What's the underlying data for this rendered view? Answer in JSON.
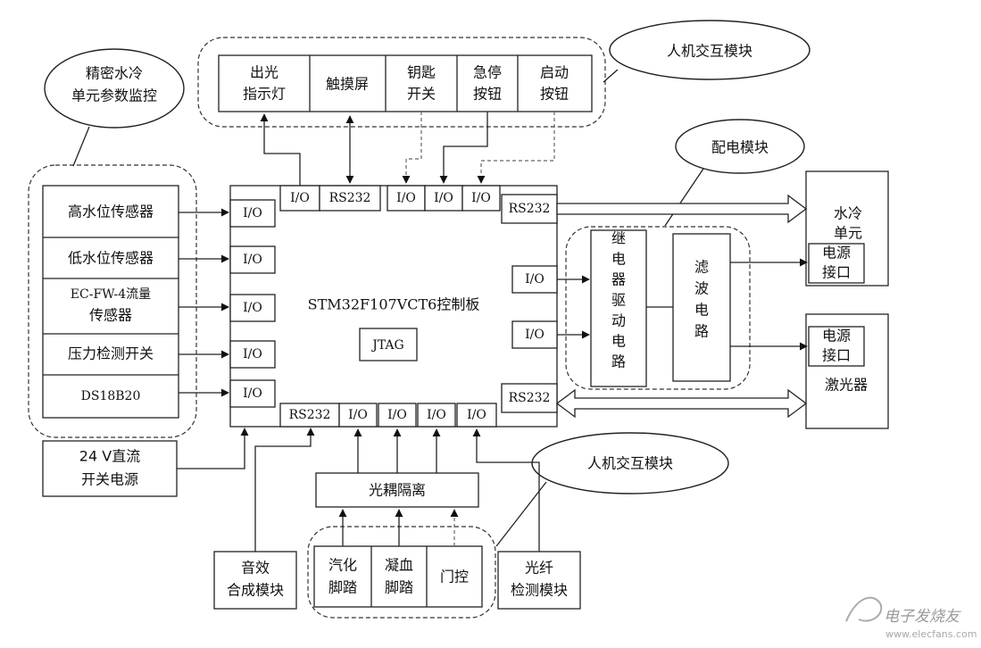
{
  "ellipses": {
    "precision_cooling_monitor": [
      "精密水冷",
      "单元参数监控"
    ],
    "hmi_top": "人机交互模块",
    "power_distribution": "配电模块",
    "hmi_bottom": "人机交互模块"
  },
  "hmi_top_items": [
    [
      "出光",
      "指示灯"
    ],
    [
      "触摸屏"
    ],
    [
      "钥匙",
      "开关"
    ],
    [
      "急停",
      "按钮"
    ],
    [
      "启动",
      "按钮"
    ]
  ],
  "sensors": [
    [
      "高水位传感器"
    ],
    [
      "低水位传感器"
    ],
    [
      "EC-FW-4流量",
      "传感器"
    ],
    [
      "压力检测开关"
    ],
    [
      "DS18B20"
    ]
  ],
  "power_supply": [
    "24 V直流",
    "开关电源"
  ],
  "controller": {
    "title": "STM32F107VCT6控制板",
    "jtag": "JTAG",
    "io": "I/O",
    "rs232": "RS232"
  },
  "relay_driver": [
    "继",
    "电",
    "器",
    "驱",
    "动",
    "电",
    "路"
  ],
  "filter_circuit": [
    "滤",
    "波",
    "电",
    "路"
  ],
  "water_cooling_unit": [
    "水冷",
    "单元"
  ],
  "laser": "激光器",
  "power_port": [
    "电源",
    "接口"
  ],
  "optocoupler": "光耦隔离",
  "bottom_items": {
    "audio": [
      "音效",
      "合成模块"
    ],
    "vaporize_pedal": [
      "汽化",
      "脚踏"
    ],
    "coagulation_pedal": [
      "凝血",
      "脚踏"
    ],
    "door_control": [
      "门控"
    ],
    "fiber_detect": [
      "光纤",
      "检测模块"
    ]
  },
  "watermark": {
    "brand": "电子发烧友",
    "url": "www.elecfans.com"
  }
}
